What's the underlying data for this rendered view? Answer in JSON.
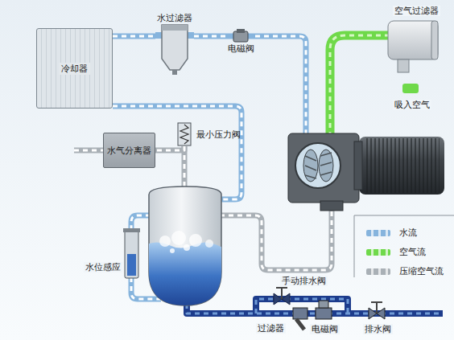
{
  "diagram": {
    "nodes": [
      {
        "text": [
          "冷却器"
        ]
      },
      {
        "text": [
          "水过滤器"
        ]
      },
      {
        "text": [
          "电磁阀"
        ]
      },
      {
        "text": [
          "水气分离器"
        ]
      },
      {
        "text": [
          "最小压力阀"
        ]
      }
    ],
    "edges": [
      {
        "from": 0,
        "to": 1,
        "arrow": "none"
      },
      {
        "from": 1,
        "to": 2,
        "arrow": "none"
      },
      {
        "from": 4,
        "to": 3,
        "arrow": "none"
      }
    ],
    "labels": [
      "空气过滤器",
      "吸入空气",
      "水位感应",
      "手动排水阀",
      "过滤器",
      "电磁阀",
      "排水阀"
    ],
    "legend": [
      {
        "text": "水流",
        "color": "#86b4dd"
      },
      {
        "text": "空气流",
        "color": "#6fd94a"
      },
      {
        "text": "压缩空气流",
        "color": "#a9b0b6"
      }
    ]
  }
}
